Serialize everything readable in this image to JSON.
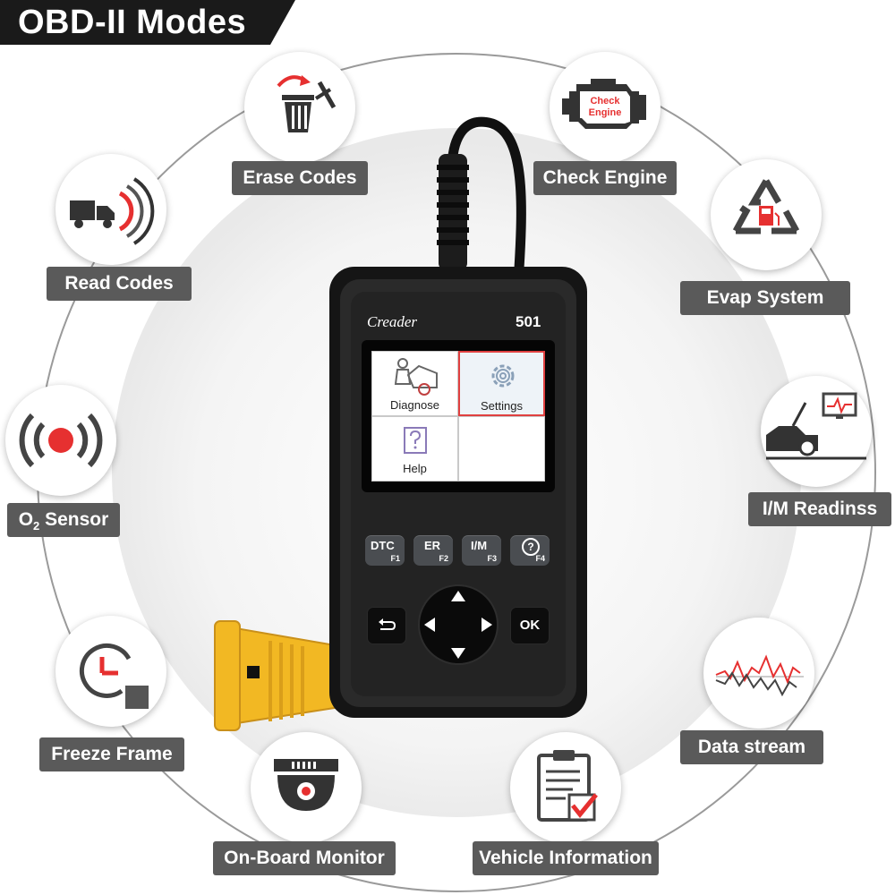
{
  "title": "OBD-II Modes",
  "device": {
    "brand": "Creader",
    "model": "501",
    "screen": {
      "tiles": [
        {
          "label": "Diagnose",
          "selected": false
        },
        {
          "label": "Settings",
          "selected": true
        },
        {
          "label": "Help",
          "selected": false
        }
      ]
    },
    "function_keys": [
      {
        "label": "DTC",
        "sub": "F1"
      },
      {
        "label": "ER",
        "sub": "F2"
      },
      {
        "label": "I/M",
        "sub": "F3"
      },
      {
        "label": "?",
        "sub": "F4"
      }
    ],
    "back_icon": "back-arrow-icon",
    "ok_label": "OK"
  },
  "modes": {
    "erase_codes": {
      "label": "Erase Codes",
      "icon": "trash-icon"
    },
    "check_engine": {
      "label": "Check Engine",
      "icon_text1": "Check",
      "icon_text2": "Engine",
      "icon": "engine-icon"
    },
    "read_codes": {
      "label": "Read Codes",
      "icon": "truck-icon"
    },
    "evap_system": {
      "label": "Evap System",
      "icon": "recycle-fuel-icon"
    },
    "o2_sensor": {
      "label_main": "O",
      "label_sub": "2",
      "label_rest": " Sensor",
      "icon": "sensor-icon"
    },
    "im_readiness": {
      "label": "I/M Readinss",
      "icon": "car-monitor-icon"
    },
    "freeze_frame": {
      "label": "Freeze Frame",
      "icon": "clock-icon"
    },
    "data_stream": {
      "label": "Data stream",
      "icon": "line-graph-icon"
    },
    "onboard_monitor": {
      "label": "On-Board Monitor",
      "icon": "camera-dome-icon"
    },
    "vehicle_information": {
      "label": "Vehicle Information",
      "icon": "clipboard-check-icon"
    }
  },
  "colors": {
    "accent_red": "#e63030",
    "label_bg": "#5a5a5a",
    "title_bg": "#1a1a1a",
    "connector_yellow": "#f2b823"
  }
}
